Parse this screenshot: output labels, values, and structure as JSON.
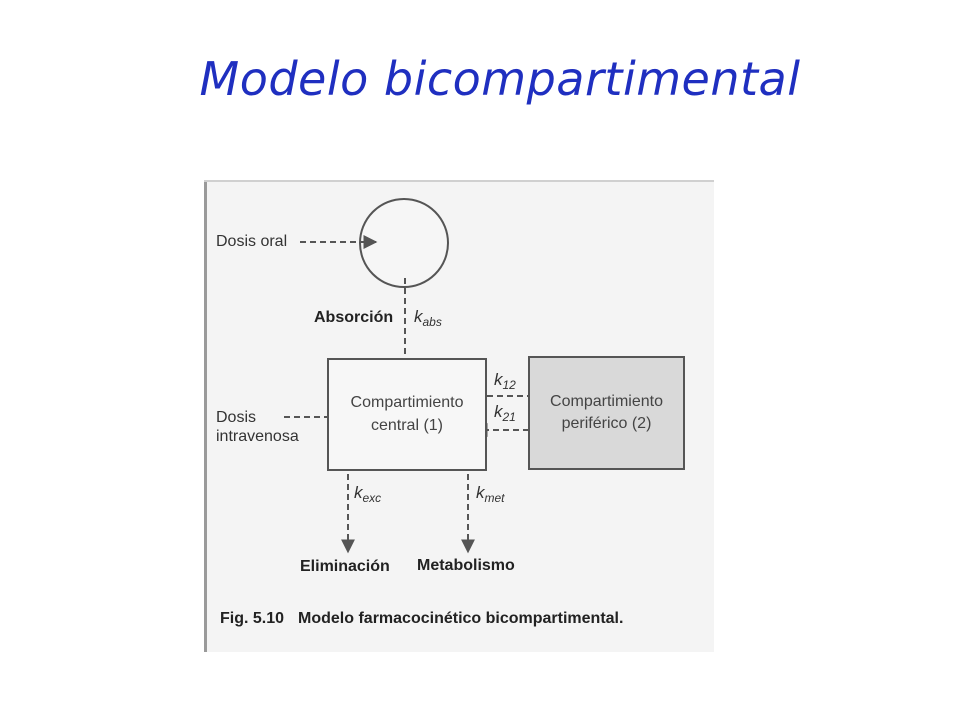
{
  "title": "Modelo bicompartimental",
  "diagram": {
    "nodes": {
      "oral_dose": "Dosis oral",
      "iv_dose_line1": "Dosis",
      "iv_dose_line2": "intravenosa",
      "central_line1": "Compartimiento",
      "central_line2": "central (1)",
      "peripheral_line1": "Compartimiento",
      "peripheral_line2": "periférico (2)",
      "absorption": "Absorción",
      "elimination": "Eliminación",
      "metabolism": "Metabolismo"
    },
    "rate_constants": {
      "k_abs": {
        "base": "k",
        "sub": "abs"
      },
      "k_12": {
        "base": "k",
        "sub": "12"
      },
      "k_21": {
        "base": "k",
        "sub": "21"
      },
      "k_exc": {
        "base": "k",
        "sub": "exc"
      },
      "k_met": {
        "base": "k",
        "sub": "met"
      }
    },
    "caption": {
      "number": "Fig. 5.10",
      "text": "Modelo farmacocinético bicompartimental."
    }
  },
  "colors": {
    "title": "#1f2fc0",
    "peripheral_fill": "#d9d9d9",
    "line": "#555555"
  }
}
